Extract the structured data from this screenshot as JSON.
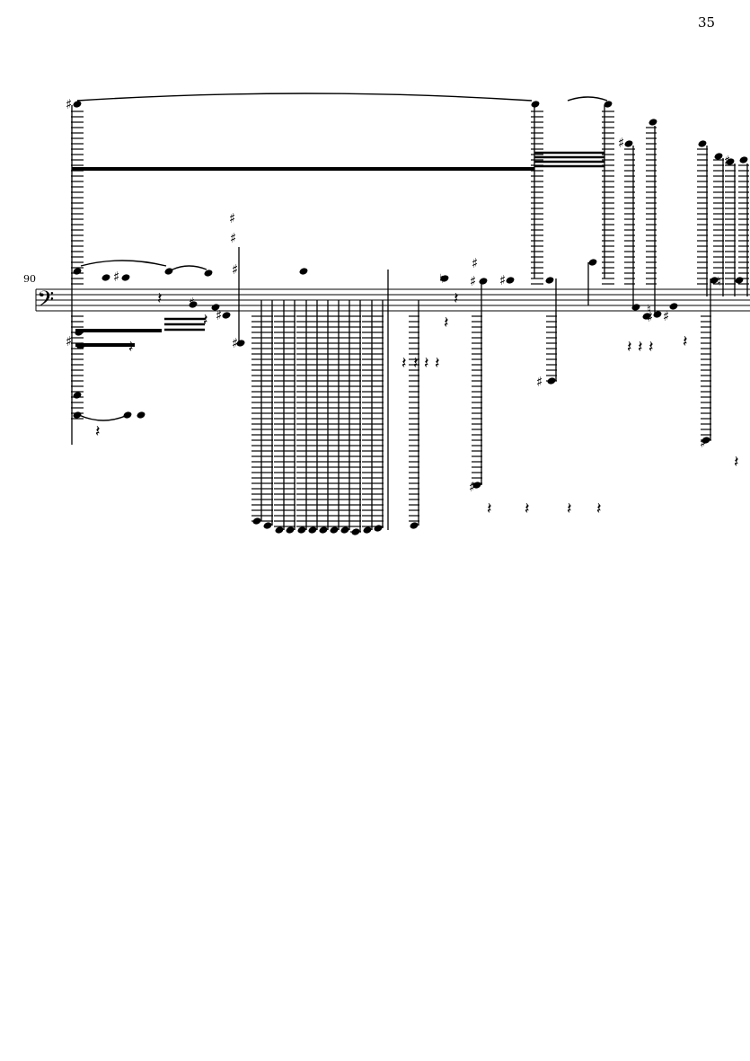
{
  "page": {
    "number": "35",
    "measure_number": "90"
  },
  "staff": {
    "clef": "bass-clef",
    "clef_glyph": "𝄢"
  },
  "glyphs": {
    "sharp": "♯",
    "natural": "♮",
    "rest": "𝄽"
  }
}
